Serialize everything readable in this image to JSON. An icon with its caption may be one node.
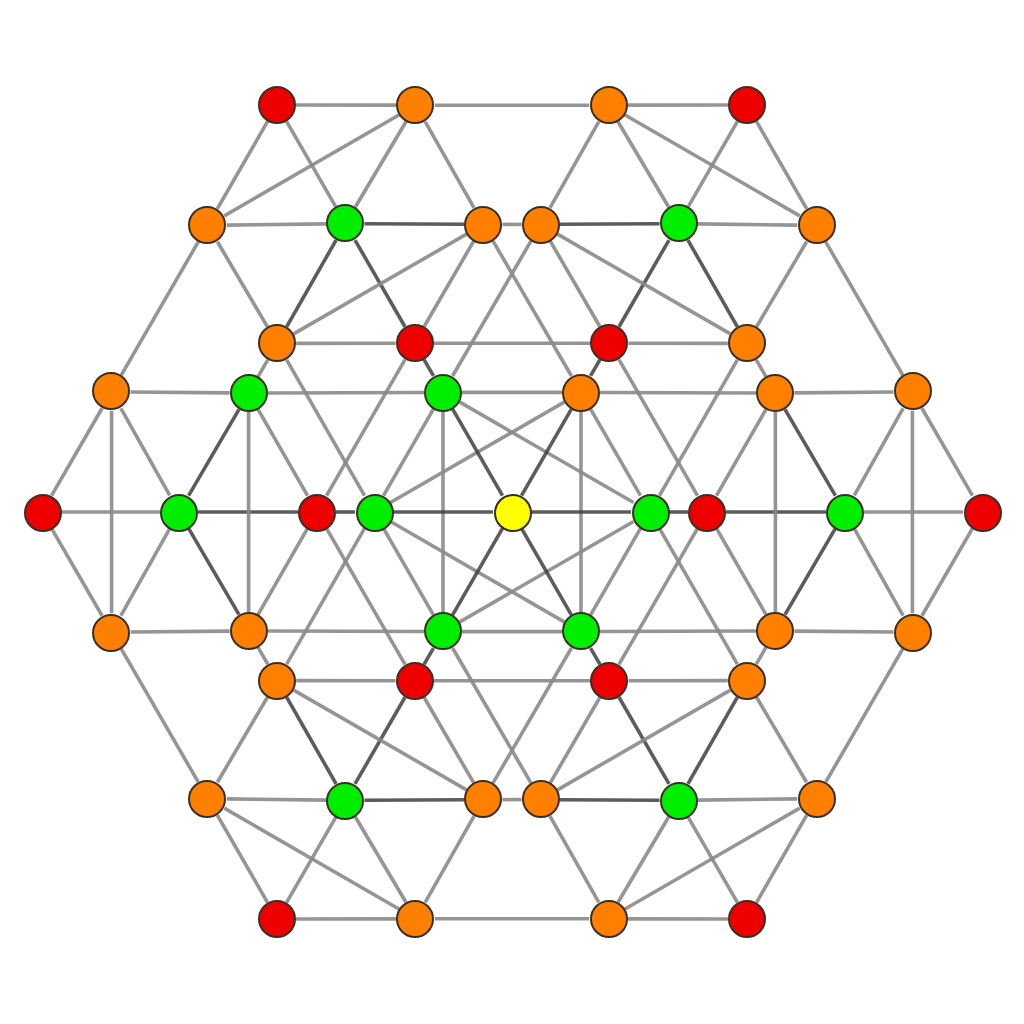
{
  "diagram": {
    "nodes": [
      {
        "text": [],
        "shape": "circle"
      },
      {
        "text": [],
        "shape": "circle"
      },
      {
        "text": [],
        "shape": "circle"
      },
      {
        "text": [],
        "shape": "circle"
      },
      {
        "text": [],
        "shape": "circle"
      },
      {
        "text": [],
        "shape": "circle"
      },
      {
        "text": [],
        "shape": "circle"
      },
      {
        "text": [],
        "shape": "circle"
      },
      {
        "text": [],
        "shape": "circle"
      },
      {
        "text": [],
        "shape": "circle"
      },
      {
        "text": [],
        "shape": "circle"
      },
      {
        "text": [],
        "shape": "circle"
      },
      {
        "text": [],
        "shape": "circle"
      },
      {
        "text": [],
        "shape": "circle"
      },
      {
        "text": [],
        "shape": "circle"
      },
      {
        "text": [],
        "shape": "circle"
      },
      {
        "text": [],
        "shape": "circle"
      },
      {
        "text": [],
        "shape": "circle"
      },
      {
        "text": [],
        "shape": "circle"
      },
      {
        "text": [],
        "shape": "circle"
      },
      {
        "text": [],
        "shape": "circle"
      },
      {
        "text": [],
        "shape": "circle"
      },
      {
        "text": [],
        "shape": "circle"
      },
      {
        "text": [],
        "shape": "circle"
      },
      {
        "text": [],
        "shape": "circle"
      },
      {
        "text": [],
        "shape": "circle"
      },
      {
        "text": [],
        "shape": "circle"
      },
      {
        "text": [],
        "shape": "circle"
      },
      {
        "text": [],
        "shape": "circle"
      },
      {
        "text": [],
        "shape": "circle"
      },
      {
        "text": [],
        "shape": "circle"
      },
      {
        "text": [],
        "shape": "circle"
      },
      {
        "text": [],
        "shape": "circle"
      },
      {
        "text": [],
        "shape": "circle"
      },
      {
        "text": [],
        "shape": "circle"
      },
      {
        "text": [],
        "shape": "circle"
      },
      {
        "text": [],
        "shape": "circle"
      },
      {
        "text": [],
        "shape": "circle"
      },
      {
        "text": [],
        "shape": "circle"
      },
      {
        "text": [],
        "shape": "circle"
      },
      {
        "text": [],
        "shape": "circle"
      },
      {
        "text": [],
        "shape": "circle"
      },
      {
        "text": [],
        "shape": "circle"
      },
      {
        "text": [],
        "shape": "circle"
      },
      {
        "text": [],
        "shape": "circle"
      },
      {
        "text": [],
        "shape": "circle"
      },
      {
        "text": [],
        "shape": "circle"
      },
      {
        "text": [],
        "shape": "circle"
      },
      {
        "text": [],
        "shape": "circle"
      }
    ],
    "edges": [
      {
        "from": 20,
        "to": 14,
        "arrow": "none"
      },
      {
        "from": 20,
        "to": 29,
        "arrow": "none"
      },
      {
        "from": 0,
        "to": 1,
        "arrow": "none"
      },
      {
        "from": 0,
        "to": 4,
        "arrow": "none"
      },
      {
        "from": 3,
        "to": 9,
        "arrow": "none"
      },
      {
        "from": 3,
        "to": 2,
        "arrow": "none"
      },
      {
        "from": 28,
        "to": 34,
        "arrow": "none"
      },
      {
        "from": 28,
        "to": 19,
        "arrow": "none"
      },
      {
        "from": 48,
        "to": 47,
        "arrow": "none"
      },
      {
        "from": 48,
        "to": 44,
        "arrow": "none"
      },
      {
        "from": 45,
        "to": 39,
        "arrow": "none"
      },
      {
        "from": 45,
        "to": 46,
        "arrow": "none"
      },
      {
        "from": 20,
        "to": 21,
        "arrow": "none"
      },
      {
        "from": 0,
        "to": 5,
        "arrow": "none"
      },
      {
        "from": 3,
        "to": 8,
        "arrow": "none"
      },
      {
        "from": 28,
        "to": 27,
        "arrow": "none"
      },
      {
        "from": 48,
        "to": 43,
        "arrow": "none"
      },
      {
        "from": 45,
        "to": 40,
        "arrow": "none"
      },
      {
        "from": 14,
        "to": 29,
        "arrow": "none"
      },
      {
        "from": 1,
        "to": 4,
        "arrow": "none"
      },
      {
        "from": 9,
        "to": 2,
        "arrow": "none"
      },
      {
        "from": 34,
        "to": 19,
        "arrow": "none"
      },
      {
        "from": 47,
        "to": 44,
        "arrow": "none"
      },
      {
        "from": 39,
        "to": 46,
        "arrow": "none"
      },
      {
        "from": 14,
        "to": 4,
        "arrow": "none"
      },
      {
        "from": 1,
        "to": 2,
        "arrow": "none"
      },
      {
        "from": 9,
        "to": 19,
        "arrow": "none"
      },
      {
        "from": 34,
        "to": 44,
        "arrow": "none"
      },
      {
        "from": 47,
        "to": 46,
        "arrow": "none"
      },
      {
        "from": 39,
        "to": 29,
        "arrow": "none"
      },
      {
        "from": 21,
        "to": 14,
        "arrow": "none"
      },
      {
        "from": 21,
        "to": 29,
        "arrow": "none"
      },
      {
        "from": 5,
        "to": 1,
        "arrow": "none"
      },
      {
        "from": 5,
        "to": 4,
        "arrow": "none"
      },
      {
        "from": 8,
        "to": 9,
        "arrow": "none"
      },
      {
        "from": 8,
        "to": 2,
        "arrow": "none"
      },
      {
        "from": 27,
        "to": 34,
        "arrow": "none"
      },
      {
        "from": 27,
        "to": 19,
        "arrow": "none"
      },
      {
        "from": 43,
        "to": 47,
        "arrow": "none"
      },
      {
        "from": 43,
        "to": 44,
        "arrow": "none"
      },
      {
        "from": 40,
        "to": 39,
        "arrow": "none"
      },
      {
        "from": 40,
        "to": 46,
        "arrow": "none"
      },
      {
        "from": 14,
        "to": 15,
        "arrow": "none"
      },
      {
        "from": 29,
        "to": 30,
        "arrow": "none"
      },
      {
        "from": 1,
        "to": 6,
        "arrow": "none"
      },
      {
        "from": 4,
        "to": 10,
        "arrow": "none"
      },
      {
        "from": 9,
        "to": 13,
        "arrow": "none"
      },
      {
        "from": 2,
        "to": 7,
        "arrow": "none"
      },
      {
        "from": 34,
        "to": 33,
        "arrow": "none"
      },
      {
        "from": 19,
        "to": 18,
        "arrow": "none"
      },
      {
        "from": 47,
        "to": 42,
        "arrow": "none"
      },
      {
        "from": 44,
        "to": 38,
        "arrow": "none"
      },
      {
        "from": 39,
        "to": 35,
        "arrow": "none"
      },
      {
        "from": 46,
        "to": 41,
        "arrow": "none"
      },
      {
        "from": 21,
        "to": 15,
        "arrow": "none",
        "color": "#404040"
      },
      {
        "from": 21,
        "to": 30,
        "arrow": "none",
        "color": "#404040"
      },
      {
        "from": 5,
        "to": 6,
        "arrow": "none",
        "color": "#404040"
      },
      {
        "from": 5,
        "to": 10,
        "arrow": "none",
        "color": "#404040"
      },
      {
        "from": 8,
        "to": 13,
        "arrow": "none",
        "color": "#404040"
      },
      {
        "from": 8,
        "to": 7,
        "arrow": "none",
        "color": "#404040"
      },
      {
        "from": 27,
        "to": 33,
        "arrow": "none",
        "color": "#404040"
      },
      {
        "from": 27,
        "to": 18,
        "arrow": "none",
        "color": "#404040"
      },
      {
        "from": 43,
        "to": 42,
        "arrow": "none",
        "color": "#404040"
      },
      {
        "from": 43,
        "to": 38,
        "arrow": "none",
        "color": "#404040"
      },
      {
        "from": 40,
        "to": 35,
        "arrow": "none",
        "color": "#404040"
      },
      {
        "from": 40,
        "to": 41,
        "arrow": "none",
        "color": "#404040"
      },
      {
        "from": 21,
        "to": 22,
        "arrow": "none",
        "color": "#404040"
      },
      {
        "from": 5,
        "to": 11,
        "arrow": "none",
        "color": "#404040"
      },
      {
        "from": 8,
        "to": 12,
        "arrow": "none",
        "color": "#404040"
      },
      {
        "from": 27,
        "to": 26,
        "arrow": "none",
        "color": "#404040"
      },
      {
        "from": 43,
        "to": 37,
        "arrow": "none",
        "color": "#404040"
      },
      {
        "from": 40,
        "to": 36,
        "arrow": "none",
        "color": "#404040"
      },
      {
        "from": 15,
        "to": 30,
        "arrow": "none"
      },
      {
        "from": 6,
        "to": 10,
        "arrow": "none"
      },
      {
        "from": 13,
        "to": 7,
        "arrow": "none"
      },
      {
        "from": 33,
        "to": 18,
        "arrow": "none"
      },
      {
        "from": 42,
        "to": 38,
        "arrow": "none"
      },
      {
        "from": 35,
        "to": 41,
        "arrow": "none"
      },
      {
        "from": 15,
        "to": 10,
        "arrow": "none"
      },
      {
        "from": 6,
        "to": 7,
        "arrow": "none"
      },
      {
        "from": 13,
        "to": 18,
        "arrow": "none"
      },
      {
        "from": 33,
        "to": 38,
        "arrow": "none"
      },
      {
        "from": 42,
        "to": 41,
        "arrow": "none"
      },
      {
        "from": 35,
        "to": 30,
        "arrow": "none"
      },
      {
        "from": 22,
        "to": 15,
        "arrow": "none"
      },
      {
        "from": 22,
        "to": 30,
        "arrow": "none"
      },
      {
        "from": 11,
        "to": 6,
        "arrow": "none"
      },
      {
        "from": 11,
        "to": 10,
        "arrow": "none"
      },
      {
        "from": 12,
        "to": 13,
        "arrow": "none"
      },
      {
        "from": 12,
        "to": 7,
        "arrow": "none"
      },
      {
        "from": 26,
        "to": 33,
        "arrow": "none"
      },
      {
        "from": 26,
        "to": 18,
        "arrow": "none"
      },
      {
        "from": 37,
        "to": 42,
        "arrow": "none"
      },
      {
        "from": 37,
        "to": 38,
        "arrow": "none"
      },
      {
        "from": 36,
        "to": 35,
        "arrow": "none"
      },
      {
        "from": 36,
        "to": 41,
        "arrow": "none"
      },
      {
        "from": 15,
        "to": 16,
        "arrow": "none"
      },
      {
        "from": 6,
        "to": 17,
        "arrow": "none"
      },
      {
        "from": 13,
        "to": 25,
        "arrow": "none"
      },
      {
        "from": 33,
        "to": 32,
        "arrow": "none"
      },
      {
        "from": 42,
        "to": 31,
        "arrow": "none"
      },
      {
        "from": 35,
        "to": 23,
        "arrow": "none"
      },
      {
        "from": 10,
        "to": 23,
        "arrow": "none"
      },
      {
        "from": 7,
        "to": 16,
        "arrow": "none"
      },
      {
        "from": 18,
        "to": 17,
        "arrow": "none"
      },
      {
        "from": 38,
        "to": 25,
        "arrow": "none"
      },
      {
        "from": 41,
        "to": 32,
        "arrow": "none"
      },
      {
        "from": 30,
        "to": 31,
        "arrow": "none"
      },
      {
        "from": 22,
        "to": 11,
        "arrow": "none"
      },
      {
        "from": 11,
        "to": 12,
        "arrow": "none"
      },
      {
        "from": 12,
        "to": 26,
        "arrow": "none"
      },
      {
        "from": 26,
        "to": 37,
        "arrow": "none"
      },
      {
        "from": 37,
        "to": 36,
        "arrow": "none"
      },
      {
        "from": 36,
        "to": 22,
        "arrow": "none"
      },
      {
        "from": 22,
        "to": 23,
        "arrow": "none",
        "color": "#404040"
      },
      {
        "from": 11,
        "to": 16,
        "arrow": "none",
        "color": "#404040"
      },
      {
        "from": 12,
        "to": 17,
        "arrow": "none",
        "color": "#404040"
      },
      {
        "from": 26,
        "to": 25,
        "arrow": "none",
        "color": "#404040"
      },
      {
        "from": 37,
        "to": 32,
        "arrow": "none",
        "color": "#404040"
      },
      {
        "from": 36,
        "to": 31,
        "arrow": "none",
        "color": "#404040"
      },
      {
        "from": 23,
        "to": 16,
        "arrow": "none"
      },
      {
        "from": 16,
        "to": 17,
        "arrow": "none"
      },
      {
        "from": 17,
        "to": 25,
        "arrow": "none"
      },
      {
        "from": 25,
        "to": 32,
        "arrow": "none"
      },
      {
        "from": 32,
        "to": 31,
        "arrow": "none"
      },
      {
        "from": 31,
        "to": 23,
        "arrow": "none"
      },
      {
        "from": 23,
        "to": 17,
        "arrow": "none"
      },
      {
        "from": 16,
        "to": 25,
        "arrow": "none"
      },
      {
        "from": 17,
        "to": 32,
        "arrow": "none"
      },
      {
        "from": 25,
        "to": 31,
        "arrow": "none"
      },
      {
        "from": 32,
        "to": 23,
        "arrow": "none"
      },
      {
        "from": 31,
        "to": 16,
        "arrow": "none"
      },
      {
        "from": 24,
        "to": 23,
        "arrow": "none",
        "color": "#404040"
      },
      {
        "from": 24,
        "to": 16,
        "arrow": "none",
        "color": "#404040"
      },
      {
        "from": 24,
        "to": 17,
        "arrow": "none",
        "color": "#404040"
      },
      {
        "from": 24,
        "to": 25,
        "arrow": "none",
        "color": "#404040"
      },
      {
        "from": 24,
        "to": 32,
        "arrow": "none",
        "color": "#404040"
      },
      {
        "from": 24,
        "to": 31,
        "arrow": "none",
        "color": "#404040"
      }
    ]
  }
}
